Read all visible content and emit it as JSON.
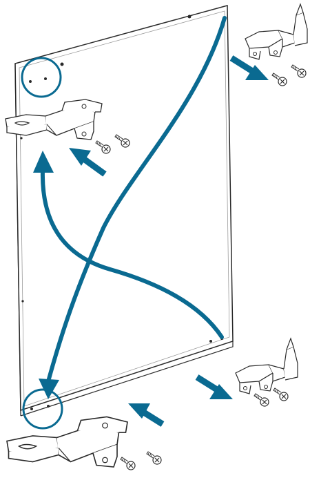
{
  "diagram": {
    "subject": "door-hinge-swap",
    "colors": {
      "arrow": "#0a6a91",
      "line": "#2a2a2a",
      "panel": "#ffffff",
      "hinge_shadow": "#d9d9d9"
    },
    "steps": [
      {
        "action": "remove",
        "part": "hinge",
        "location": "top-right"
      },
      {
        "action": "remove",
        "part": "hinge",
        "location": "bottom-right"
      },
      {
        "action": "install",
        "part": "hinge",
        "location": "top-left"
      },
      {
        "action": "install",
        "part": "hinge",
        "location": "bottom-left"
      }
    ],
    "screws_per_hinge": 2,
    "icons": [
      "hinge-icon",
      "screw-icon",
      "arrow-icon",
      "highlight-circle-icon"
    ]
  }
}
